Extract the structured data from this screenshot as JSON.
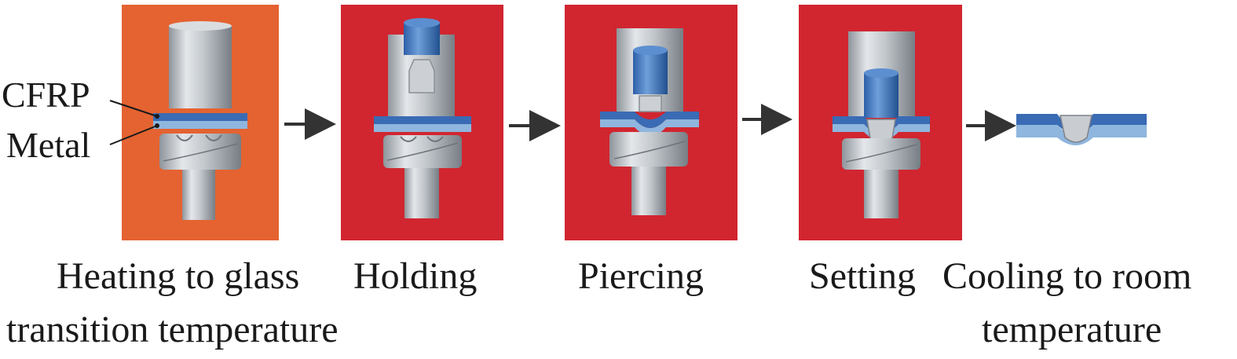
{
  "labels": {
    "cfrp": "CFRP",
    "metal": "Metal"
  },
  "steps": [
    {
      "id": "heating",
      "caption_line1": "Heating to glass",
      "caption_line2": "transition temperature",
      "panel_color": "#E46331"
    },
    {
      "id": "holding",
      "caption_line1": "Holding",
      "caption_line2": "",
      "panel_color": "#D12630"
    },
    {
      "id": "piercing",
      "caption_line1": "Piercing",
      "caption_line2": "",
      "panel_color": "#D12630"
    },
    {
      "id": "setting",
      "caption_line1": "Setting",
      "caption_line2": "",
      "panel_color": "#D12630"
    },
    {
      "id": "cooling",
      "caption_line1": "Cooling to room",
      "caption_line2": "temperature",
      "panel_color": ""
    }
  ],
  "colors": {
    "heating_panel": "#E46331",
    "process_panel": "#D12630",
    "cfrp_sheet": "#3A6BB5",
    "metal_sheet": "#8FB6DE",
    "punch": "#3E78C2",
    "tool_steel": "#C9CDD2",
    "arrow": "#333333"
  }
}
